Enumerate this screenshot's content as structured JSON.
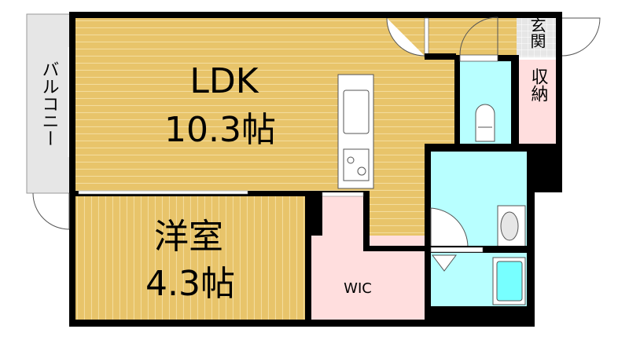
{
  "rooms": {
    "ldk": {
      "name": "LDK",
      "size": "10.3帖"
    },
    "western": {
      "name": "洋室",
      "size": "4.3帖"
    },
    "wic": {
      "name": "WIC"
    },
    "entrance": {
      "name": "玄関"
    },
    "storage": {
      "name": "収納"
    },
    "balcony": {
      "name": "バルコニー"
    }
  },
  "colors": {
    "floor": "#e8c46a",
    "wet": "#b8ffff",
    "closet": "#ffdede",
    "balcony": "#e6e6e6",
    "wall": "#000000"
  }
}
